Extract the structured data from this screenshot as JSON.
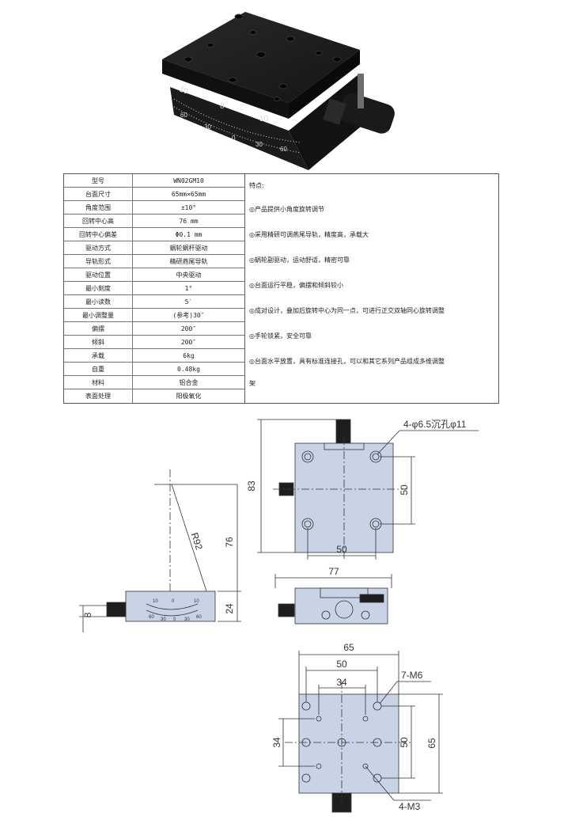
{
  "specs": [
    {
      "label": "型号",
      "value": "WN02GM10"
    },
    {
      "label": "台面尺寸",
      "value": "65mm×65mm"
    },
    {
      "label": "角度范围",
      "value": "±10°"
    },
    {
      "label": "回转中心高",
      "value": "76 mm"
    },
    {
      "label": "回转中心偏差",
      "value": "Φ0.1 mm"
    },
    {
      "label": "驱动方式",
      "value": "蜗轮蜗杆驱动"
    },
    {
      "label": "导轨形式",
      "value": "精研燕尾导轨"
    },
    {
      "label": "驱动位置",
      "value": "中央驱动"
    },
    {
      "label": "最小刻度",
      "value": "1°"
    },
    {
      "label": "最小读数",
      "value": "5′"
    },
    {
      "label": "最小调整量",
      "value": "(参考)30″"
    },
    {
      "label": "偏摆",
      "value": "200″"
    },
    {
      "label": "倾斜",
      "value": "200″"
    },
    {
      "label": "承载",
      "value": "6kg"
    },
    {
      "label": "自重",
      "value": "0.48kg"
    },
    {
      "label": "材料",
      "value": "铝合金"
    },
    {
      "label": "表面处理",
      "value": "阳极氧化"
    }
  ],
  "features": {
    "title": "特点:",
    "items": [
      "◎产品提供小角度旋转调节",
      "◎采用精研可调燕尾导轨，精度高，承载大",
      "◎蜗轮副驱动，运动舒适，精密可靠",
      "◎台面运行平稳，偏摆和倾斜较小",
      "◎成对设计，叠加后旋转中心为同一点，可进行正交双轴同心旋转调整",
      "◎手轮锁紧，安全可靠",
      "◎台面水平放置，具有标准连接孔，可以和其它系列产品组成多维调整",
      "架"
    ]
  },
  "photo": {
    "scale_labels": [
      "10",
      "0",
      "10",
      "60",
      "30",
      "0",
      "30",
      "60"
    ]
  },
  "drawings": {
    "side": {
      "dim_76": "76",
      "dim_24": "24",
      "dim_8": "8",
      "radius": "R92",
      "scale": [
        "10",
        "0",
        "10",
        "60",
        "30",
        "0",
        "30",
        "60"
      ]
    },
    "top": {
      "dim_83": "83",
      "dim_50v": "50",
      "dim_50h": "50",
      "hole_note": "4-φ6.5沉孔φ11"
    },
    "front": {
      "dim_77": "77"
    },
    "bottom": {
      "dim_65h": "65",
      "dim_50h": "50",
      "dim_34h": "34",
      "dim_34v": "34",
      "dim_50v": "50",
      "dim_65v": "65",
      "note_m6": "7-M6",
      "note_m3": "4-M3"
    }
  },
  "colors": {
    "plate": "#c9d3e6",
    "stage": "#1e1e1e"
  }
}
